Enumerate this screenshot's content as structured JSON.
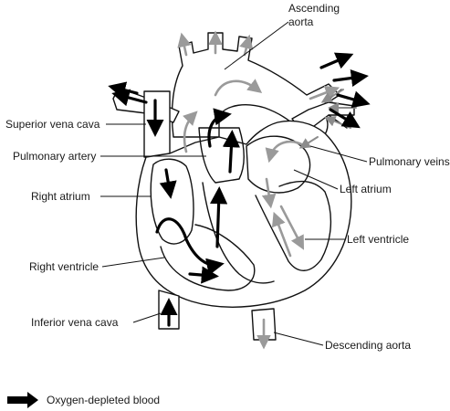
{
  "labels": {
    "ascending_aorta_line1": "Ascending",
    "ascending_aorta_line2": "aorta",
    "superior_vena_cava": "Superior vena cava",
    "pulmonary_artery": "Pulmonary artery",
    "right_atrium": "Right atrium",
    "right_ventricle": "Right ventricle",
    "inferior_vena_cava": "Inferior vena cava",
    "pulmonary_veins": "Pulmonary veins",
    "left_atrium": "Left atrium",
    "left_ventricle": "Left ventricle",
    "descending_aorta": "Descending aorta"
  },
  "legend": {
    "text": "Oxygen-depleted blood",
    "arrow_color": "#000000"
  },
  "colors": {
    "oxygen_depleted": "#000000",
    "oxygen_rich": "#9a9a9a",
    "outline": "#111111"
  }
}
